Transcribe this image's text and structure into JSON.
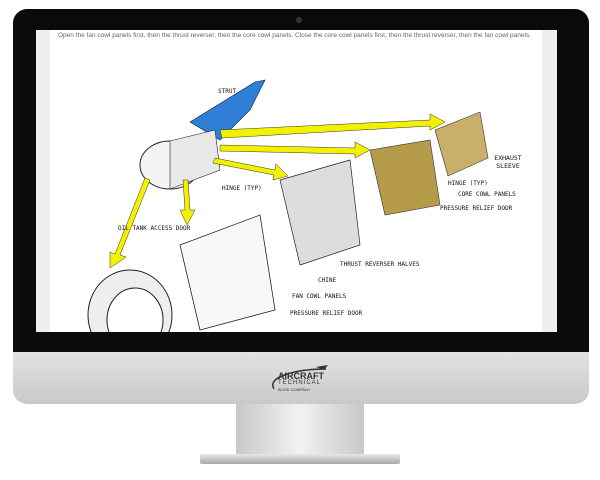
{
  "instructions": "Open the fan cowl panels first, then the thrust reverser, then the core cowl panels. Close the core cowl panels first, then the thrust reverser, then the fan cowl panels.",
  "labels": {
    "strut": "STRUT",
    "exhaust_sleeve": "EXHAUST SLEEVE",
    "hinge_right": "HINGE (TYP)",
    "core_cowl": "CORE COWL PANELS",
    "pressure_relief_right": "PRESSURE RELIEF DOOR",
    "hinge_left": "HINGE (TYP)",
    "oil_tank": "OIL TANK ACCESS DOOR",
    "thrust_reverser": "THRUST REVERSER HALVES",
    "chine": "CHINE",
    "fan_cowl": "FAN COWL PANELS",
    "pressure_relief_left": "PRESSURE RELIEF DOOR"
  },
  "logo": {
    "line1": "AIRCRAFT",
    "line2": "TECHNICAL",
    "line3": "BOOK COMPANY"
  },
  "colors": {
    "arrow": "#f2f200",
    "strut": "#2f7fd6",
    "core": "#b59a4a"
  }
}
